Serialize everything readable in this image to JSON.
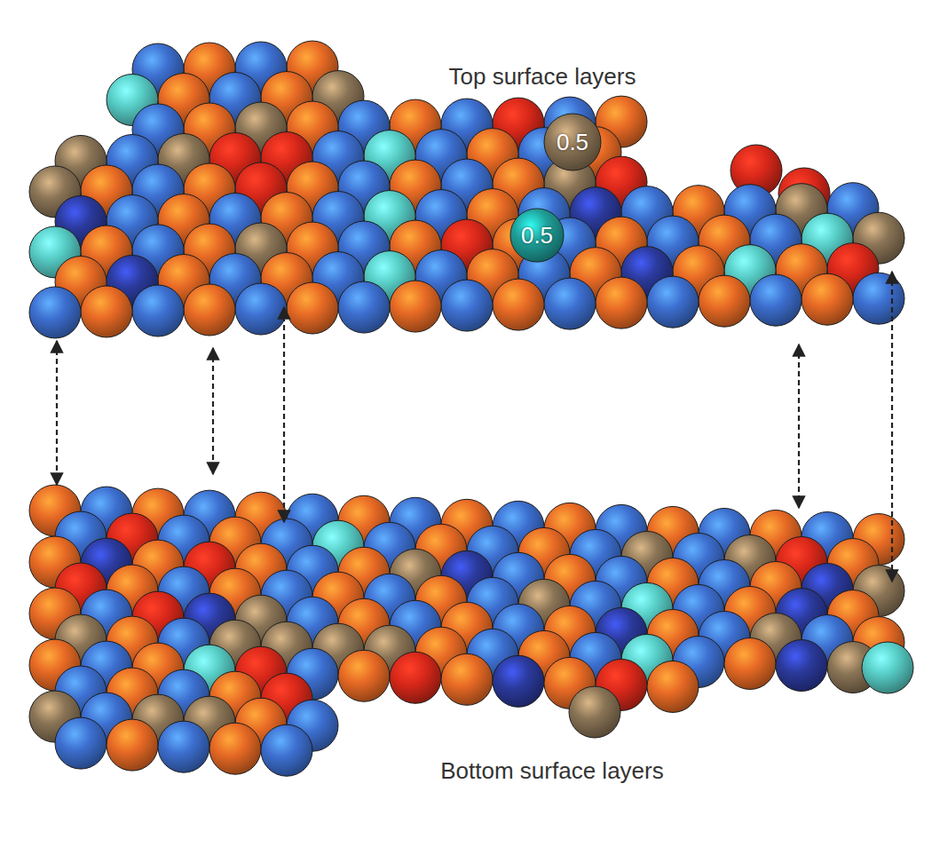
{
  "diagram": {
    "nodes": [
      {
        "text": [
          "0.5"
        ]
      },
      {
        "text": [
          "0.5"
        ]
      }
    ],
    "labels": [
      "Top surface layers",
      "Bottom surface layers"
    ]
  }
}
